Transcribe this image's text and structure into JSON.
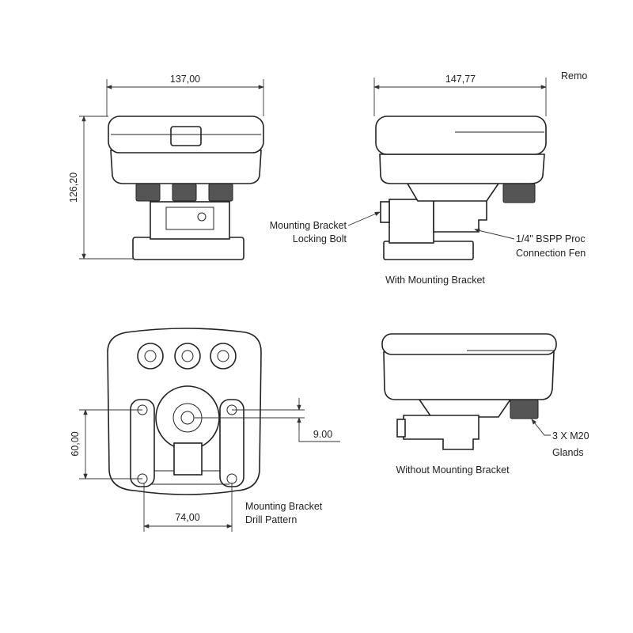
{
  "dimensions": {
    "front_width": "137,00",
    "front_height": "126,20",
    "side_width": "147,77",
    "drill_height": "60,00",
    "drill_width": "74,00",
    "offset": "9.00"
  },
  "labels": {
    "remote_cut": "Remo",
    "locking_bolt_line1": "Mounting Bracket",
    "locking_bolt_line2": "Locking Bolt",
    "process_line1": "1/4\" BSPP Proc",
    "process_line2": "Connection Fen",
    "with_bracket": "With Mounting Bracket",
    "drill_line1": "Mounting Bracket",
    "drill_line2": "Drill Pattern",
    "glands_line1": "3 X M20",
    "glands_line2": "Glands",
    "without_bracket": "Without Mounting Bracket"
  }
}
